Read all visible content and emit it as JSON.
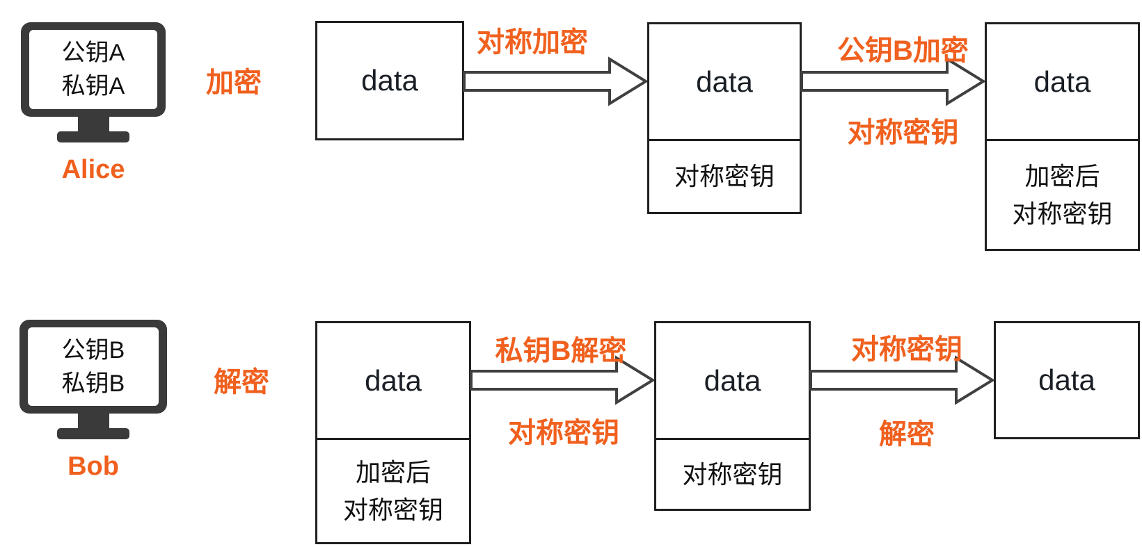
{
  "diagram_title": "symmetric-key exchange encryption/decryption flow",
  "colors": {
    "accent_orange": "#f0601e",
    "monitor_dark": "#3a3a3a",
    "box_border": "#1f1f1f",
    "arrow_stroke": "#404040",
    "text_dark": "#111111"
  },
  "rows": [
    {
      "actor": {
        "name": "Alice",
        "key_lines": [
          "公钥A",
          "私钥A"
        ],
        "action": "加密"
      },
      "boxes": [
        {
          "label": "data",
          "sub_lines": []
        },
        {
          "label": "data",
          "sub_lines": [
            "对称密钥"
          ]
        },
        {
          "label": "data",
          "sub_lines": [
            "加密后",
            "对称密钥"
          ]
        }
      ],
      "arrows": [
        {
          "top_label": "对称加密",
          "bottom_label": ""
        },
        {
          "top_label": "公钥B加密",
          "bottom_label": "对称密钥"
        }
      ]
    },
    {
      "actor": {
        "name": "Bob",
        "key_lines": [
          "公钥B",
          "私钥B"
        ],
        "action": "解密"
      },
      "boxes": [
        {
          "label": "data",
          "sub_lines": [
            "加密后",
            "对称密钥"
          ]
        },
        {
          "label": "data",
          "sub_lines": [
            "对称密钥"
          ]
        },
        {
          "label": "data",
          "sub_lines": []
        }
      ],
      "arrows": [
        {
          "top_label": "私钥B解密",
          "bottom_label": "对称密钥"
        },
        {
          "top_label": "对称密钥",
          "bottom_label": "解密"
        }
      ]
    }
  ]
}
